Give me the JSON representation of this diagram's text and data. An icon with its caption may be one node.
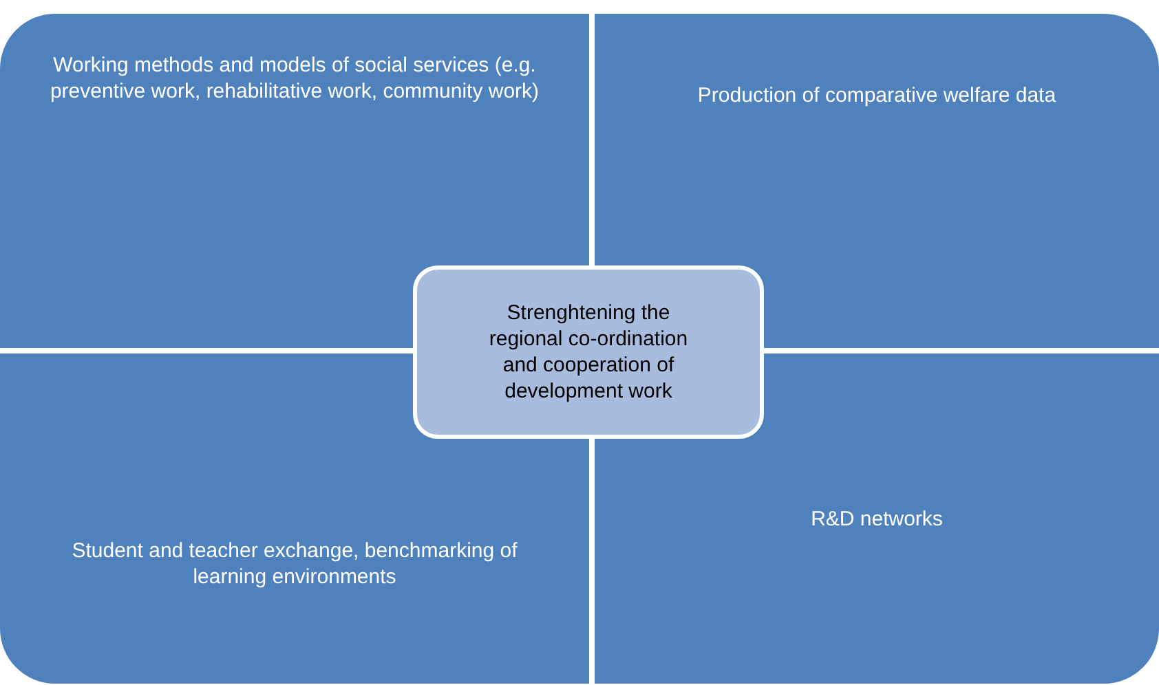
{
  "diagram": {
    "nodes": [
      {
        "text": [
          "Working methods and models of social services (e.g. preventive work, rehabilitative work, community work)"
        ]
      },
      {
        "text": [
          "Production of comparative welfare data"
        ]
      },
      {
        "text": [
          "Student and teacher exchange, benchmarking of learning environments"
        ]
      },
      {
        "text": [
          "R&D networks"
        ]
      },
      {
        "text": [
          "Strenghtening the regional co-ordination and cooperation of development work"
        ]
      }
    ],
    "edges": []
  }
}
